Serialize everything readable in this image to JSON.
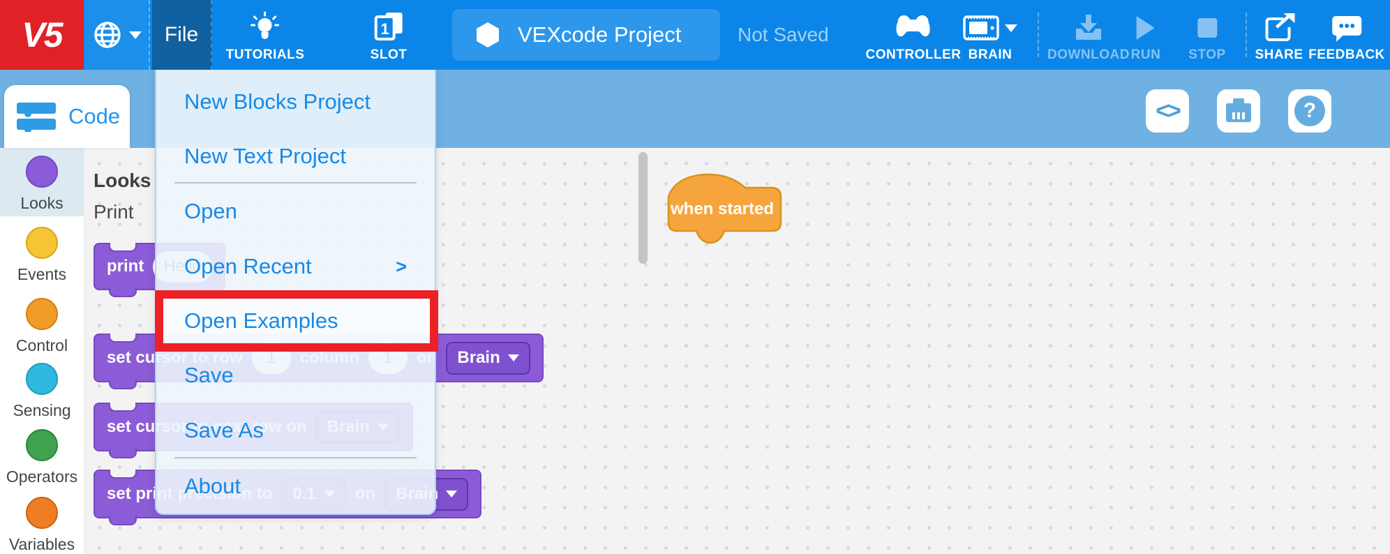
{
  "topbar": {
    "logo_text": "V5",
    "file_label": "File",
    "tutorials_label": "TUTORIALS",
    "slot_label": "SLOT",
    "slot_number": "1",
    "project_title": "VEXcode Project",
    "save_status": "Not Saved",
    "controller_label": "CONTROLLER",
    "brain_label": "BRAIN",
    "download_label": "DOWNLOAD",
    "run_label": "RUN",
    "stop_label": "STOP",
    "share_label": "SHARE",
    "feedback_label": "FEEDBACK",
    "colors": {
      "bar": "#0B86E8",
      "file_active": "#11609F",
      "logo_red": "#E02128"
    }
  },
  "toolbar": {
    "code_tab_label": "Code",
    "code_view_glyph": "<>",
    "help_glyph": "?"
  },
  "file_menu": {
    "submenu_arrow": ">",
    "items": [
      {
        "label": "New Blocks Project"
      },
      {
        "label": "New Text Project"
      },
      {
        "label": "Open"
      },
      {
        "label": "Open Recent"
      },
      {
        "label": "Open Examples",
        "annotated": true
      },
      {
        "label": "Save"
      },
      {
        "label": "Save As"
      },
      {
        "label": "About"
      }
    ]
  },
  "sidebar": {
    "categories": [
      {
        "label": "Looks",
        "color": "#8A5CD9",
        "selected": true
      },
      {
        "label": "Events",
        "color": "#F7C433",
        "selected": false
      },
      {
        "label": "Control",
        "color": "#F09C28",
        "selected": false
      },
      {
        "label": "Sensing",
        "color": "#2FB9DE",
        "selected": false
      },
      {
        "label": "Operators",
        "color": "#3FA24F",
        "selected": false
      },
      {
        "label": "Variables",
        "color": "#EF7D26",
        "selected": false
      }
    ]
  },
  "palette": {
    "section_title": "Looks",
    "subsection_title": "Print",
    "print_block": {
      "label": "print",
      "value": "Hello"
    },
    "set_cursor_block": {
      "t1": "set cursor to row",
      "v1": "1",
      "t2": "column",
      "v2": "1",
      "t3": "on",
      "dropdown": "Brain"
    },
    "next_row_block": {
      "t1": "set cursor to next row on",
      "dropdown": "Brain"
    },
    "precision_block": {
      "t1": "set print precision to",
      "d1": "0.1",
      "t2": "on",
      "d2": "Brain"
    }
  },
  "canvas": {
    "when_started_label": "when started"
  },
  "annotation": {
    "highlight_color": "#EC2127"
  }
}
